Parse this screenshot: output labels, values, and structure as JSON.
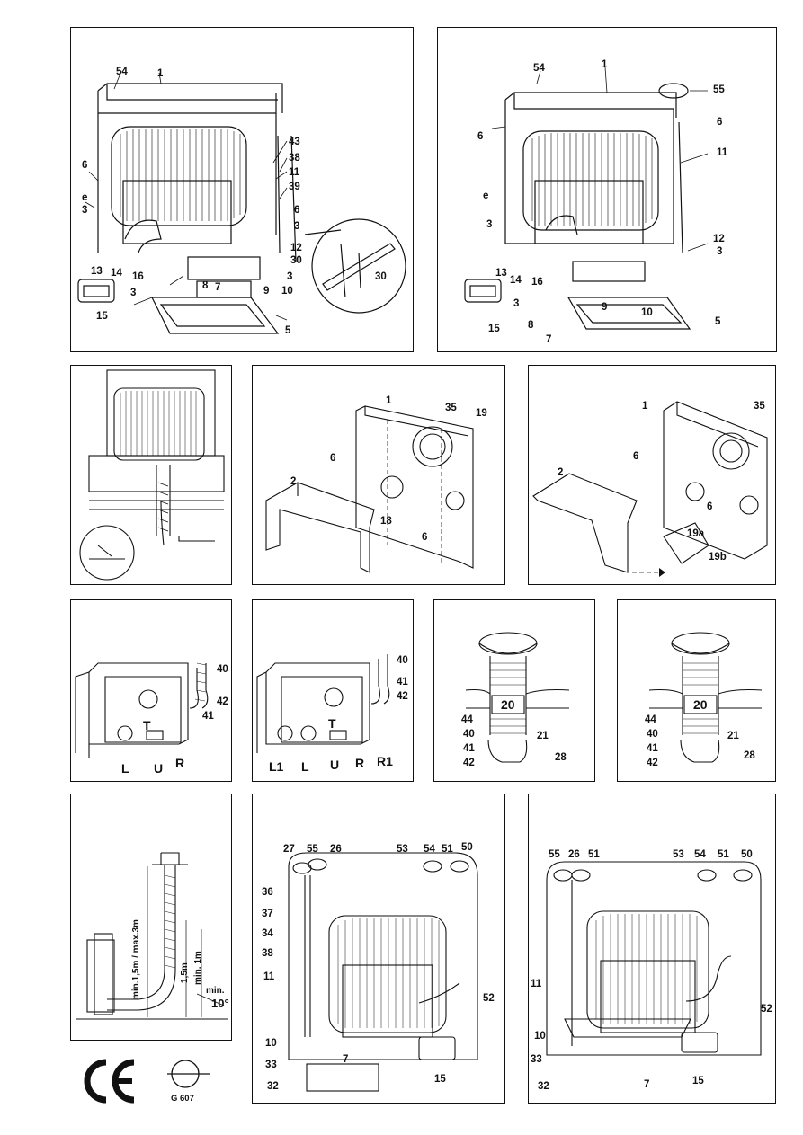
{
  "panels": {
    "p1": [
      "54",
      "1",
      "43",
      "38",
      "6",
      "11",
      "39",
      "e",
      "3",
      "6",
      "3",
      "12",
      "30",
      "14",
      "16",
      "13",
      "3",
      "3",
      "10",
      "8",
      "7",
      "9",
      "15",
      "5",
      "30"
    ],
    "p2": [
      "54",
      "1",
      "55",
      "6",
      "6",
      "11",
      "e",
      "3",
      "12",
      "3",
      "13",
      "14",
      "16",
      "3",
      "8",
      "9",
      "10",
      "15",
      "7",
      "5"
    ],
    "p4": [
      "1",
      "35",
      "19",
      "6",
      "18",
      "6",
      "2"
    ],
    "p5": [
      "1",
      "35",
      "6",
      "2",
      "6",
      "19a",
      "19b"
    ],
    "p6": [
      "40",
      "42",
      "41",
      "T",
      "L",
      "U",
      "R"
    ],
    "p7": [
      "40",
      "41",
      "42",
      "T",
      "L1",
      "L",
      "U",
      "R",
      "R1"
    ],
    "p8": [
      "20",
      "44",
      "40",
      "41",
      "42",
      "21",
      "28"
    ],
    "p9": [
      "20",
      "44",
      "40",
      "41",
      "42",
      "21",
      "28"
    ],
    "p10": [
      "min.1,5m / max.3m",
      "1,5m",
      "min. 1m",
      "min.",
      "10°"
    ],
    "p11": [
      "27",
      "55",
      "26",
      "53",
      "54",
      "51",
      "50",
      "36",
      "37",
      "34",
      "38",
      "11",
      "52",
      "10",
      "7",
      "33",
      "32",
      "15"
    ],
    "p12": [
      "55",
      "26",
      "51",
      "53",
      "54",
      "51",
      "50",
      "11",
      "52",
      "10",
      "33",
      "32",
      "7",
      "15"
    ]
  },
  "marks": {
    "ce": "CE",
    "gas_approval": "G 607"
  }
}
